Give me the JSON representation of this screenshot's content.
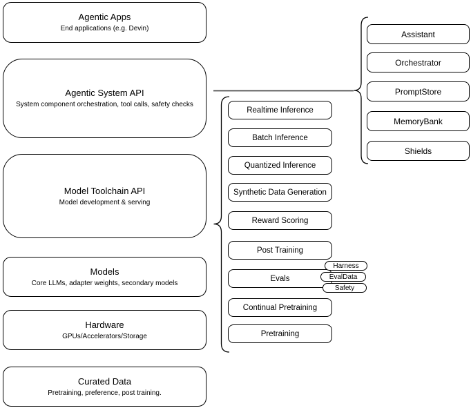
{
  "diagram": {
    "background_color": "#ffffff",
    "stroke_color": "#000000",
    "fill_color": "#ffffff",
    "left_stack": [
      {
        "title": "Agentic Apps",
        "subtitle": "End applications (e.g. Devin)"
      },
      {
        "title": "Agentic System API",
        "subtitle": "System component orchestration, tool calls, safety checks"
      },
      {
        "title": "Model Toolchain API",
        "subtitle": "Model development & serving"
      },
      {
        "title": "Models",
        "subtitle": "Core LLMs, adapter weights, secondary models"
      },
      {
        "title": "Hardware",
        "subtitle": "GPUs/Accelerators/Storage"
      },
      {
        "title": "Curated Data",
        "subtitle": "Pretraining, preference, post training."
      }
    ],
    "toolchain_capabilities": [
      "Realtime Inference",
      "Batch Inference",
      "Quantized Inference",
      "Synthetic Data Generation",
      "Reward Scoring",
      "Post Training",
      "Evals",
      "Continual Pretraining",
      "Pretraining"
    ],
    "eval_tags": [
      "Harness",
      "EvalData",
      "Safety"
    ],
    "system_components": [
      "Assistant",
      "Orchestrator",
      "PromptStore",
      "MemoryBank",
      "Shields"
    ]
  }
}
